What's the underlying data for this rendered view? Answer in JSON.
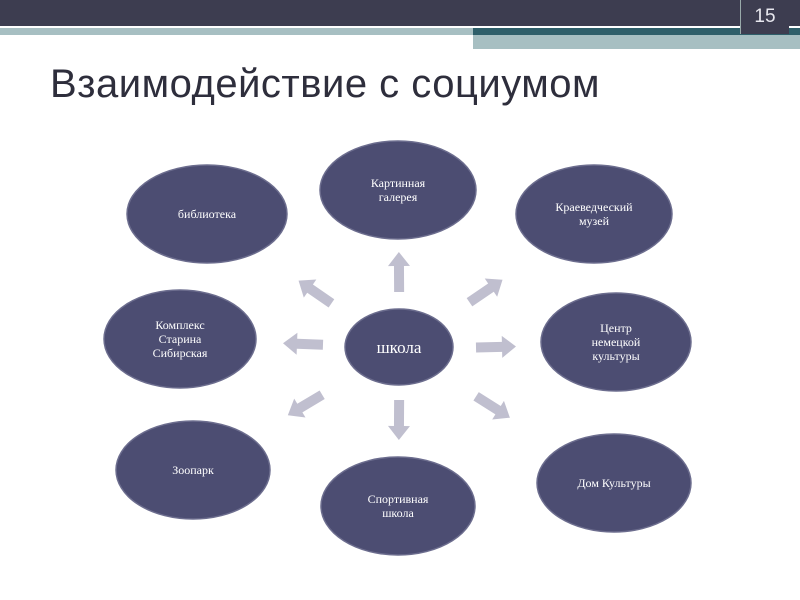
{
  "slide": {
    "number": "15",
    "title": "Взаимодействие с социумом"
  },
  "colors": {
    "node": "#4c4d72",
    "node_stroke": "#6c6d8e",
    "arrow": "#c0bfcf",
    "header": "#3d3d50"
  },
  "diagram": {
    "center": {
      "label": "школа"
    },
    "nodes": [
      {
        "id": "library",
        "lines": [
          "библиотека"
        ]
      },
      {
        "id": "gallery",
        "lines": [
          "Картинная",
          "галерея"
        ]
      },
      {
        "id": "museum",
        "lines": [
          "Краеведческий",
          "музей"
        ]
      },
      {
        "id": "complex",
        "lines": [
          "Комплекс",
          "Старина",
          "Сибирская"
        ]
      },
      {
        "id": "german",
        "lines": [
          "Центр",
          "немецкой",
          "культуры"
        ]
      },
      {
        "id": "zoo",
        "lines": [
          "Зоопарк"
        ]
      },
      {
        "id": "sport",
        "lines": [
          "Спортивная",
          "школа"
        ]
      },
      {
        "id": "culture",
        "lines": [
          "Дом Культуры"
        ]
      }
    ]
  }
}
